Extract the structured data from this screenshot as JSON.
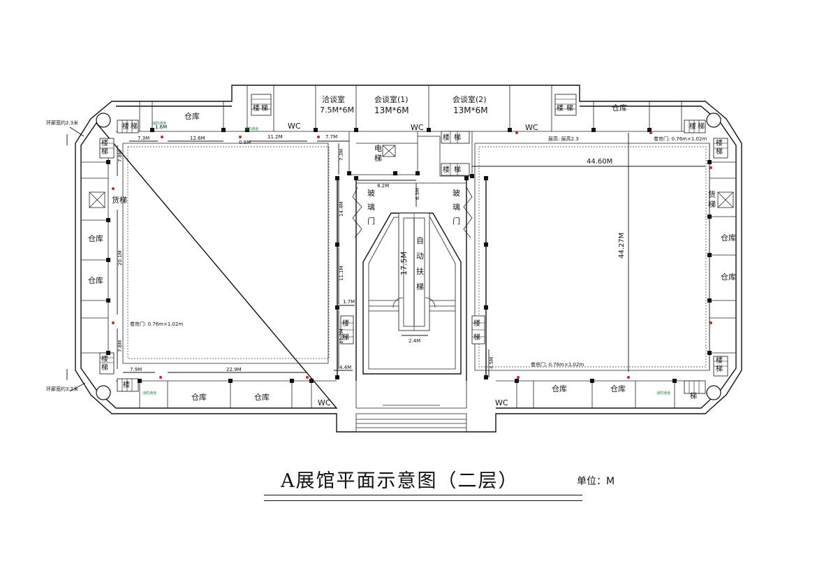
{
  "title": "A展馆平面示意图（二层）",
  "unit": "单位：M",
  "rooms": {
    "nego_room": "洽谈室",
    "nego_size": "7.5M*6M",
    "meeting1": "会谈室(1)",
    "meeting1_size": "13M*6M",
    "meeting2": "会谈室(2)",
    "meeting2_size": "13M*6M",
    "storage": "仓库",
    "wc": "WC",
    "stair": "楼梯",
    "stair_a": "楼",
    "stair_b": "梯",
    "elevator": "电梯",
    "elevator_a": "电",
    "elevator_b": "梯",
    "freight": "货梯",
    "freight_a": "货",
    "freight_b": "梯",
    "glass_door_a": "玻",
    "glass_door_b": "璃",
    "glass_door_c": "门",
    "escalator": [
      "自",
      "动",
      "扶",
      "梯"
    ]
  },
  "dimensions": {
    "d_7_3a": "7.3M",
    "d_12_6": "12.6M",
    "d_11_2a": "11.2M",
    "d_7_7": "7.7M",
    "d_7_3b": "7.3M",
    "d_8_2": "8.2M",
    "d_6_3": "6.3M",
    "d_44_60": "44.60M",
    "d_44_27": "44.27M",
    "d_7_8": "7.8M",
    "d_20_1": "20.1M",
    "d_14_4": "14.4M",
    "d_11_1": "11.1M",
    "d_17_5": "17.5M",
    "d_2_4": "2.4M",
    "d_11_2b": "11.2M",
    "d_4_4": "4.4M",
    "d_4_5": "4.5M",
    "d_7_9": "7.9M",
    "d_7_8b": "7.8M",
    "d_22_9": "22.9M",
    "d_1_7": "1.7M",
    "d_0_8": "0.8M",
    "d_1_6": "1.6M"
  },
  "notes": {
    "corridor_top_left": "环廊宽约2.3米",
    "corridor_bottom_left": "环廊宽约3.2米",
    "door_size_left": "卷帘门: 0.76m×1.02m",
    "door_size_right_top": "卷帘门: 0.76m×1.02m",
    "door_size_right_bottom": "卷帘门: 0.76m×1.02m",
    "clear_height": "层高: 层高2.3",
    "fire_exit": "消防通道"
  },
  "colors": {
    "walls": "#111111",
    "fire_marker": "#d62020",
    "fire_text": "#1a8a3a"
  }
}
